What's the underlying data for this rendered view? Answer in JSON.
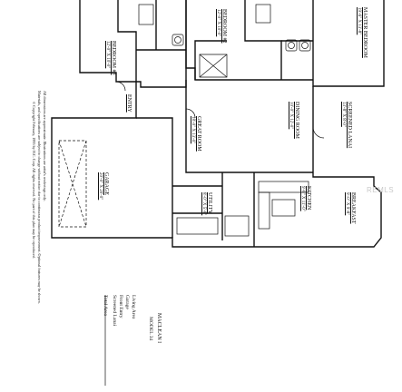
{
  "rooms": {
    "master_bedroom": {
      "name": "MASTER BEDROOM",
      "dims": "19'-6\" x 13'-8\""
    },
    "bedroom_2": {
      "name": "BEDROOM #2",
      "dims": "12'-0\" x 10'-0\""
    },
    "bedroom_3": {
      "name": "BEDROOM #3",
      "dims": "12'-0\" x 10'-0\""
    },
    "screened_lanai": {
      "name": "SCREENED LANAI",
      "dims": "13'-8\" x 8'-0\""
    },
    "dining_room": {
      "name": "DINING ROOM",
      "dims": "10'-0\" x 12'-0\""
    },
    "great_room": {
      "name": "GREAT ROOM",
      "dims": "18'-0\" x 13'-0\""
    },
    "kitchen": {
      "name": "KITCHEN",
      "dims": "9'-8\" x 11'-0\""
    },
    "breakfast": {
      "name": "BREAKFAST",
      "dims": "9'-0\" x 9'-8\""
    },
    "entry": {
      "name": "ENTRY",
      "dims": ""
    },
    "utility": {
      "name": "UTILITY",
      "dims": "8'-0\" x 5'-8\""
    },
    "garage": {
      "name": "GARAGE",
      "dims": "20'-0\" x 20'-0\""
    }
  },
  "disclaimer": {
    "line1": "All dimensions are approximate. Illustrations are artist's renderings only.",
    "line2": "Materials, and specifications are subject to change without notice due to continuous product improvement. Optional features may be shown.",
    "line3": "© Copyright February, 1995 by H.C. Corp. All rights reserved. No part of this plan may be reproduced."
  },
  "model": {
    "title": "MACLEAN I",
    "subtitle": "MODEL 34"
  },
  "area_table": {
    "rows": [
      "Living Area",
      "Garage",
      "Front Entry",
      "Screened Lanai",
      "Total Area"
    ]
  },
  "watermark": "REMLS"
}
